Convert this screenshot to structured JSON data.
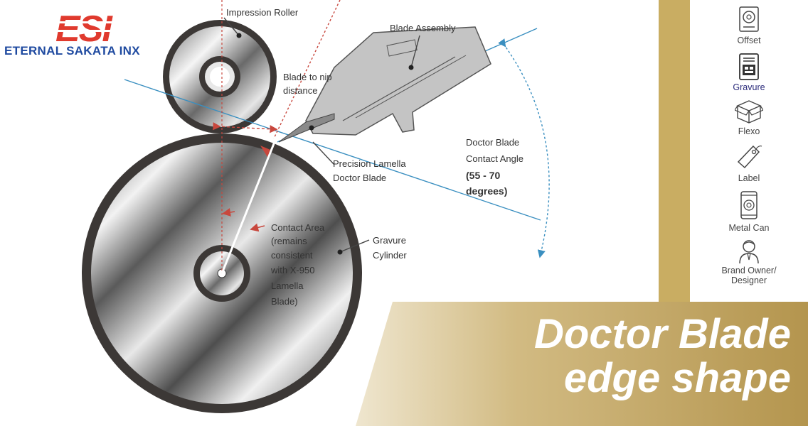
{
  "brand": {
    "logo_mark": "ESI",
    "name": "ETERNAL SAKATA INX",
    "logo_color": "#e03a2e",
    "name_color": "#1f4aa0"
  },
  "diagram": {
    "labels": {
      "impression_roller": "Impression Roller",
      "blade_assembly": "Blade Assembly",
      "blade_to_nip_1": "Blade to nip",
      "blade_to_nip_2": "distance",
      "precision_1": "Precision Lamella",
      "precision_2": "Doctor Blade",
      "angle_1": "Doctor Blade",
      "angle_2": "Contact Angle",
      "angle_3": "(55 - 70",
      "angle_4": "degrees)",
      "contact_1": "Contact Area",
      "contact_2": "(remains",
      "contact_3": "consistent",
      "contact_4": "with X-950",
      "contact_5": "Lamella",
      "contact_6": "Blade)",
      "gravure_1": "Gravure",
      "gravure_2": "Cylinder"
    }
  },
  "sidebar": {
    "items": [
      {
        "label": "Offset",
        "icon": "offset-press-icon"
      },
      {
        "label": "Gravure",
        "icon": "gravure-press-icon",
        "active": true
      },
      {
        "label": "Flexo",
        "icon": "flexo-box-icon"
      },
      {
        "label": "Label",
        "icon": "label-tag-icon"
      },
      {
        "label": "Metal Can",
        "icon": "metal-can-icon"
      },
      {
        "label": "Brand Owner/",
        "label2": "Designer",
        "icon": "designer-person-icon"
      }
    ]
  },
  "banner": {
    "line1": "Doctor Blade",
    "line2": "edge shape",
    "color_dark": "#b4954e",
    "color_light": "#ece2c8"
  }
}
